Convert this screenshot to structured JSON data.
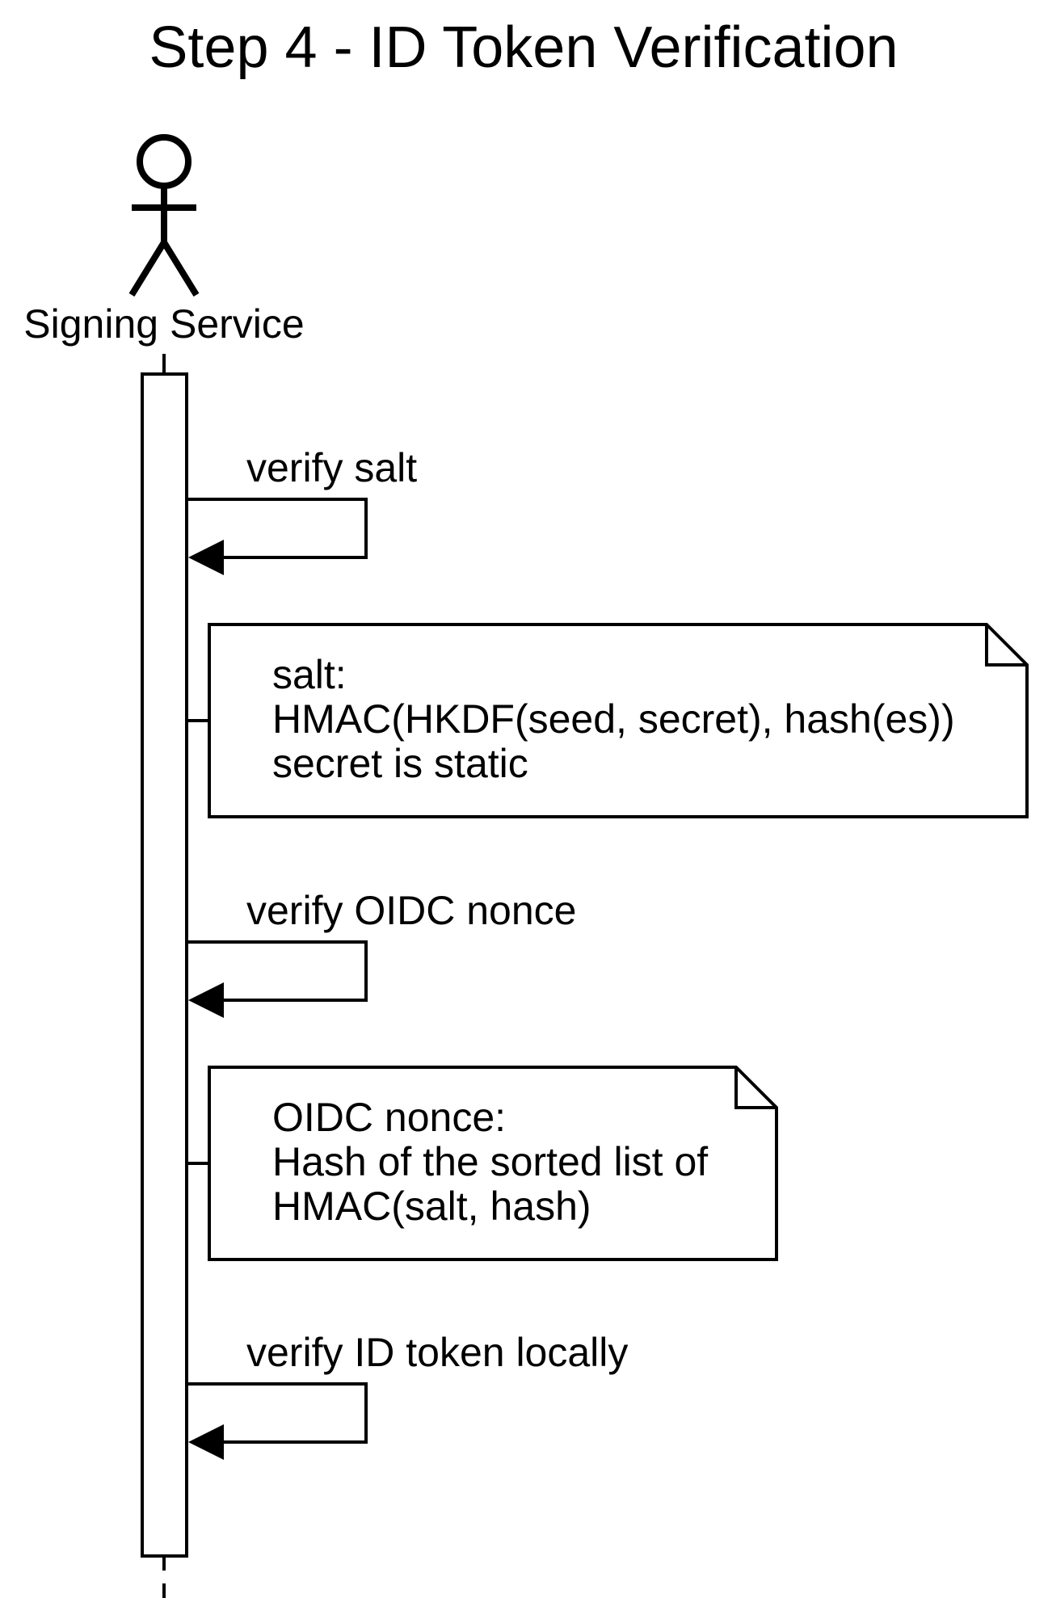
{
  "title": "Step 4 - ID Token Verification",
  "actor": {
    "name": "Signing Service",
    "icon": "stick-figure-actor-icon"
  },
  "messages": [
    {
      "label": "verify salt"
    },
    {
      "label": "verify OIDC nonce"
    },
    {
      "label": "verify ID token locally"
    }
  ],
  "notes": [
    {
      "lines": [
        "salt:",
        "HMAC(HKDF(seed, secret), hash(es))",
        "secret is static"
      ]
    },
    {
      "lines": [
        "OIDC nonce:",
        "Hash of the sorted list of",
        "HMAC(salt, hash)"
      ]
    }
  ],
  "colors": {
    "stroke": "#000000",
    "background": "#ffffff"
  }
}
